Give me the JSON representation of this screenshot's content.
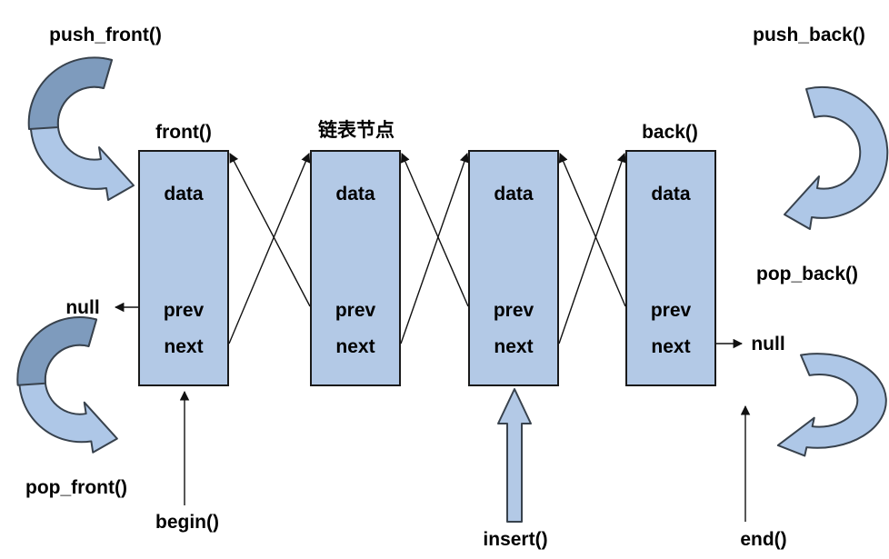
{
  "labels": {
    "push_front": "push_front()",
    "pop_front": "pop_front()",
    "push_back": "push_back()",
    "pop_back": "pop_back()",
    "begin": "begin()",
    "end": "end()",
    "insert": "insert()",
    "front": "front()",
    "back": "back()",
    "node_title": "链表节点",
    "null_left": "null",
    "null_right": "null"
  },
  "nodes": [
    {
      "data": "data",
      "prev": "prev",
      "next": "next"
    },
    {
      "data": "data",
      "prev": "prev",
      "next": "next"
    },
    {
      "data": "data",
      "prev": "prev",
      "next": "next"
    },
    {
      "data": "data",
      "prev": "prev",
      "next": "next"
    }
  ],
  "colors": {
    "node_fill": "#b3c9e6",
    "arrow_fill": "#aec7e7",
    "arrow_dark": "#7e9bbd",
    "arrow_stroke": "#38424d",
    "line_color": "#1a1a1a"
  }
}
